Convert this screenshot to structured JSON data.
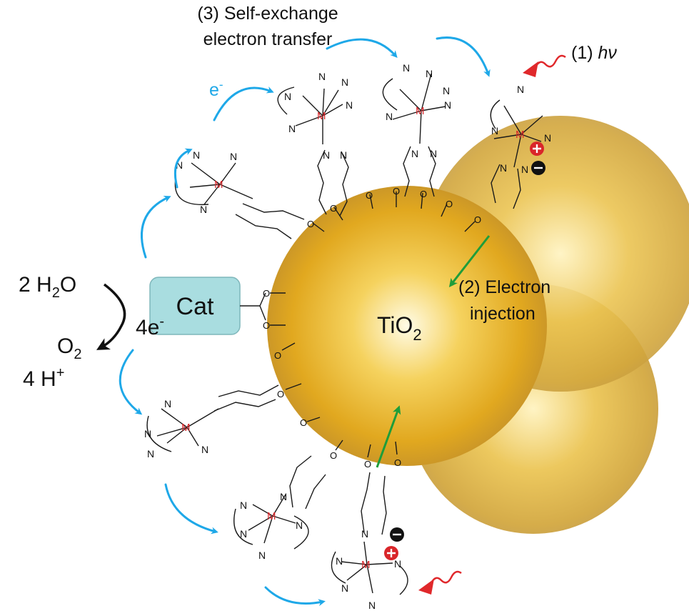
{
  "labels": {
    "self_exchange_line1": "(3) Self-exchange",
    "self_exchange_line2": "electron transfer",
    "electron": "e",
    "electron_sup": "-",
    "hv_prefix": "(1) ",
    "hv_symbol": "hν",
    "injection_line1": "(2) Electron",
    "injection_line2": "injection",
    "tio2_main": "TiO",
    "tio2_sub": "2",
    "cat": "Cat",
    "water_prefix": "2 H",
    "water_sub": "2",
    "water_suffix": "O",
    "four_e": "4e",
    "four_e_sup": "-",
    "oxygen": "O",
    "oxygen_sub": "2",
    "protons": "4 H",
    "protons_sup": "+"
  },
  "atoms": {
    "metal": "M",
    "nitrogen": "N",
    "oxygen": "O"
  },
  "colors": {
    "particle_core": "#fff4c8",
    "particle_mid": "#e8b52a",
    "particle_edge": "#b98a2a",
    "electron_arrow": "#1ea8e8",
    "light_arrow": "#e0282b",
    "injection_arrow": "#1f9d3a",
    "metal_label": "#d9262a",
    "cat_box": "#a9dde0"
  }
}
